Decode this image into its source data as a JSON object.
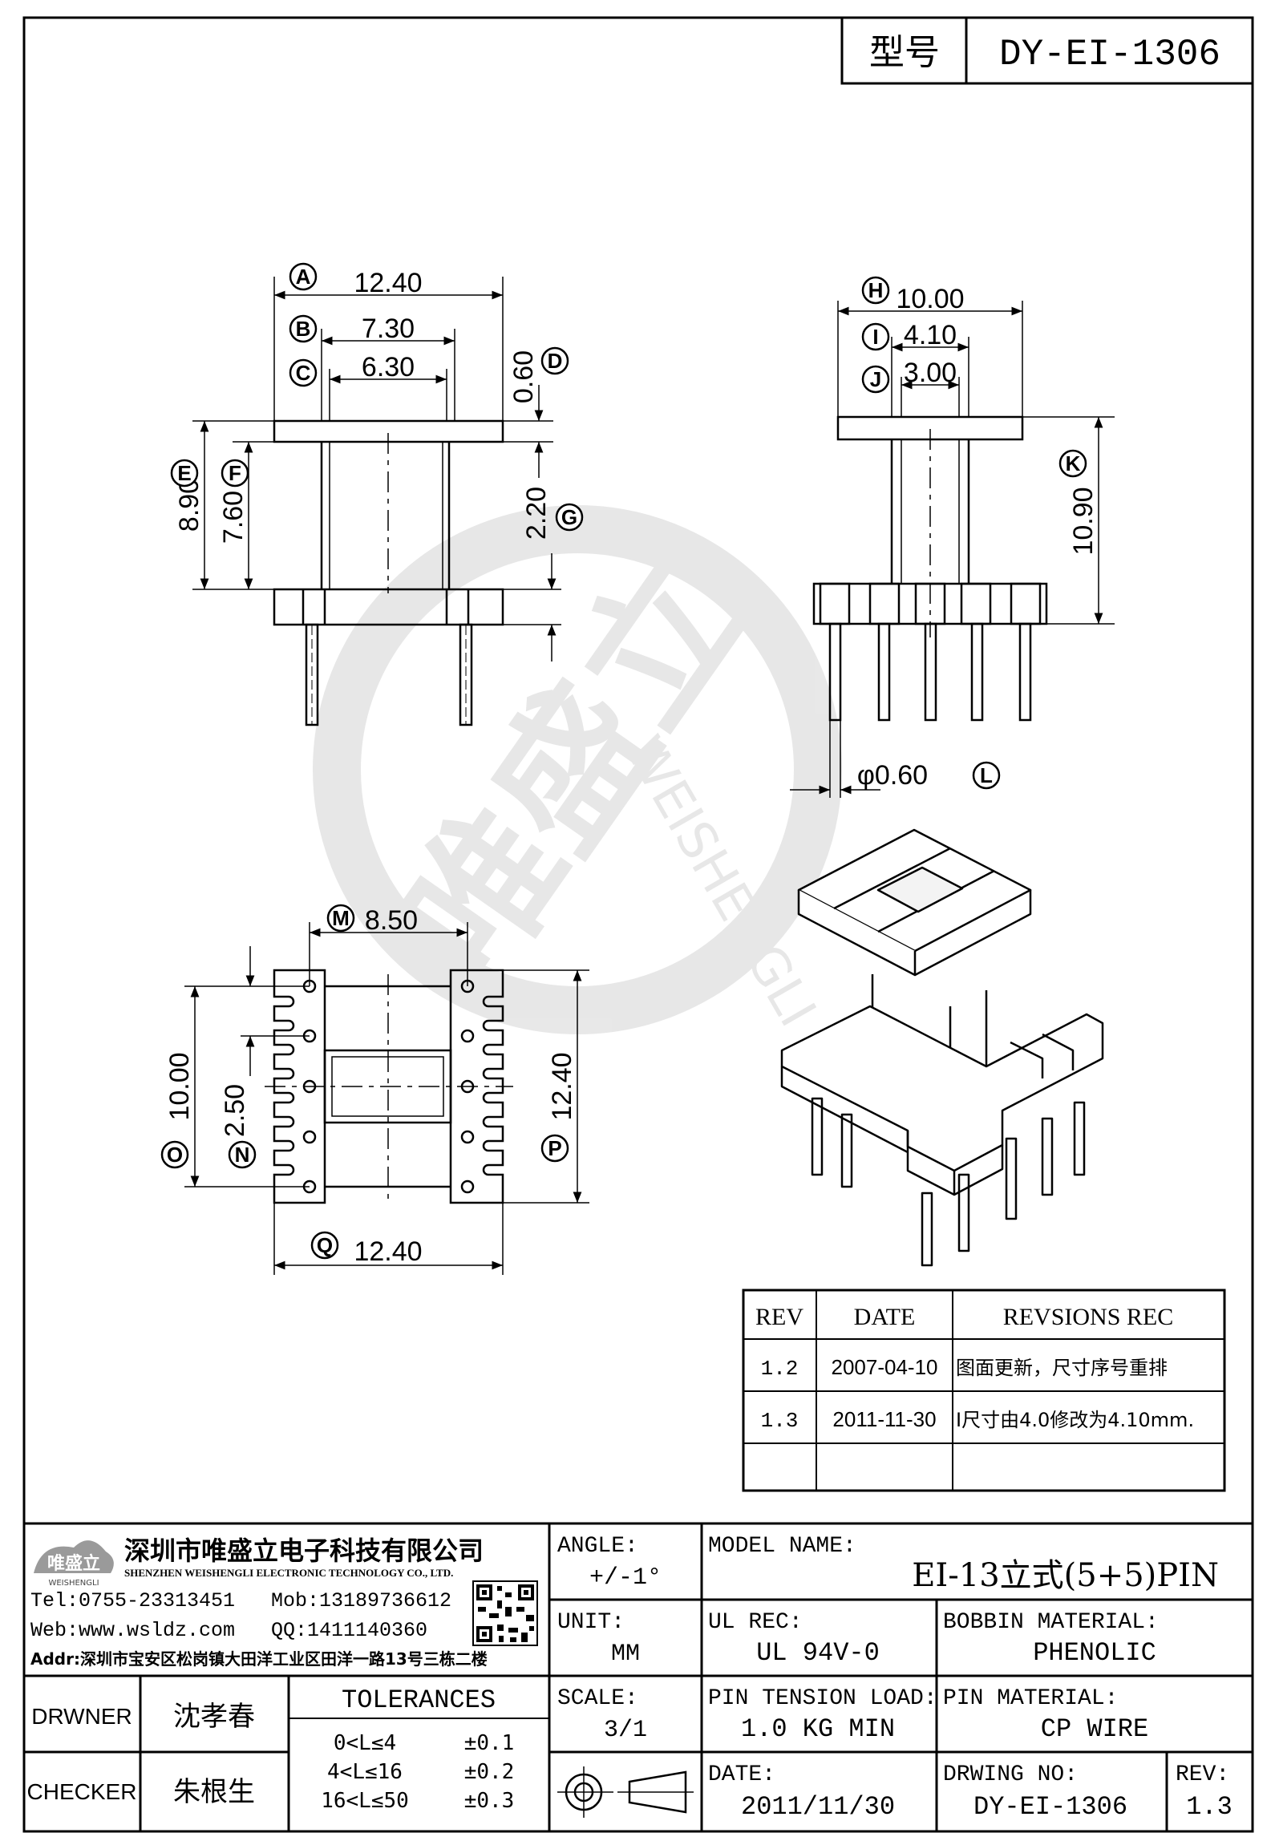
{
  "header": {
    "model_label": "型号",
    "model_value": "DY-EI-1306"
  },
  "dimensions": {
    "A": "12.40",
    "B": "7.30",
    "C": "6.30",
    "D": "0.60",
    "E": "8.90",
    "F": "7.60",
    "G": "2.20",
    "H": "10.00",
    "I": "4.10",
    "J": "3.00",
    "K": "10.90",
    "L": "φ0.60",
    "M": "8.50",
    "N": "2.50",
    "O": "10.00",
    "P": "12.40",
    "Q": "12.40"
  },
  "markers": [
    "A",
    "B",
    "C",
    "D",
    "E",
    "F",
    "G",
    "H",
    "I",
    "J",
    "K",
    "L",
    "M",
    "N",
    "O",
    "P",
    "Q"
  ],
  "watermark": {
    "brand": "唯盛立",
    "sub": "WEISHENGLI"
  },
  "revisions": {
    "headers": [
      "REV",
      "DATE",
      "REVSIONS REC"
    ],
    "rows": [
      {
        "rev": "1.2",
        "date": "2007-04-10",
        "rec": "图面更新，尺寸序号重排"
      },
      {
        "rev": "1.3",
        "date": "2011-11-30",
        "rec": "I尺寸由4.0修改为4.10mm."
      }
    ]
  },
  "company": {
    "logo_text": "唯盛立",
    "logo_sub": "WEISHENGLI",
    "name_cn": "深圳市唯盛立电子科技有限公司",
    "name_en": "SHENZHEN WEISHENGLI ELECTRONIC TECHNOLOGY CO., LTD.",
    "tel": "Tel:0755-23313451",
    "mob": "Mob:13189736612",
    "web": "Web:www.wsldz.com",
    "qq": "QQ:1411140360",
    "addr": "Addr:深圳市宝安区松岗镇大田洋工业区田洋一路13号三栋二楼"
  },
  "title_block": {
    "angle_label": "ANGLE:",
    "angle_value": "+/-1°",
    "model_name_label": "MODEL NAME:",
    "model_name_value": "EI-13立式(5+5)PIN",
    "unit_label": "UNIT:",
    "unit_value": "MM",
    "ul_rec_label": "UL REC:",
    "ul_rec_value": "UL 94V-0",
    "bobbin_label": "BOBBIN MATERIAL:",
    "bobbin_value": "PHENOLIC",
    "drawner_label": "DRWNER",
    "drawner_value": "沈孝春",
    "tolerances_label": "TOLERANCES",
    "tol_rows": [
      {
        "range": "0<L≤4",
        "tol": "±0.1"
      },
      {
        "range": "4<L≤16",
        "tol": "±0.2"
      },
      {
        "range": "16<L≤50",
        "tol": "±0.3"
      }
    ],
    "scale_label": "SCALE:",
    "scale_value": "3/1",
    "pin_tension_label": "PIN TENSION LOAD:",
    "pin_tension_value": "1.0 KG MIN",
    "pin_material_label": "PIN MATERIAL:",
    "pin_material_value": "CP WIRE",
    "checker_label": "CHECKER",
    "checker_value": "朱根生",
    "date_label": "DATE:",
    "date_value": "2011/11/30",
    "drwing_no_label": "DRWING NO:",
    "drwing_no_value": "DY-EI-1306",
    "rev_label": "REV:",
    "rev_value": "1.3"
  }
}
